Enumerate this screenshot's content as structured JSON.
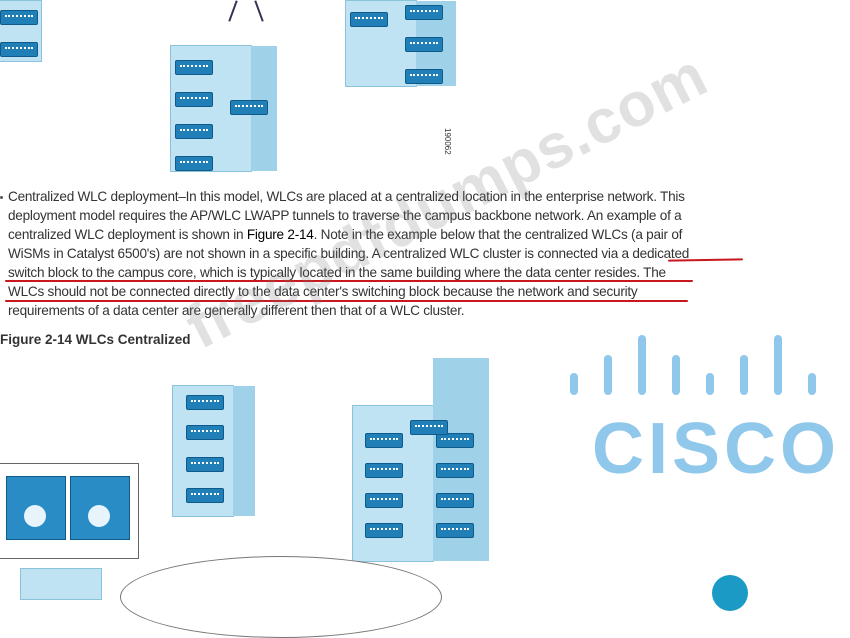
{
  "paragraph": {
    "lines": [
      "Centralized WLC deployment–In this model, WLCs are placed at a centralized location in the enterprise network. This",
      "deployment model requires the AP/WLC LWAPP tunnels to traverse the campus backbone network. An example of a",
      "centralized WLC deployment is shown in ",
      "WiSMs in Catalyst 6500's) are not shown in a specific building. A centralized WLC cluster is connected via a dedicated",
      "switch block to the campus core, which is typically located in the same building where the data center resides. The",
      "WLCs should not be connected directly to the data center's switching block because the network and security",
      "requirements of a data center are generally different then that of a WLC cluster."
    ],
    "figure_ref": "Figure 2-14",
    "line3_tail": ". Note in the example below that the centralized WLCs (a pair of"
  },
  "figure_caption": "Figure 2-14 WLCs Centralized",
  "figure_id_top": "190062",
  "watermark": "freepdfdumps.com",
  "logo": "CISCO",
  "colors": {
    "underline": "#c8181e",
    "logo": "#8fc8ea",
    "building": "#bfe3f2",
    "ap": "#1f7fb6"
  }
}
